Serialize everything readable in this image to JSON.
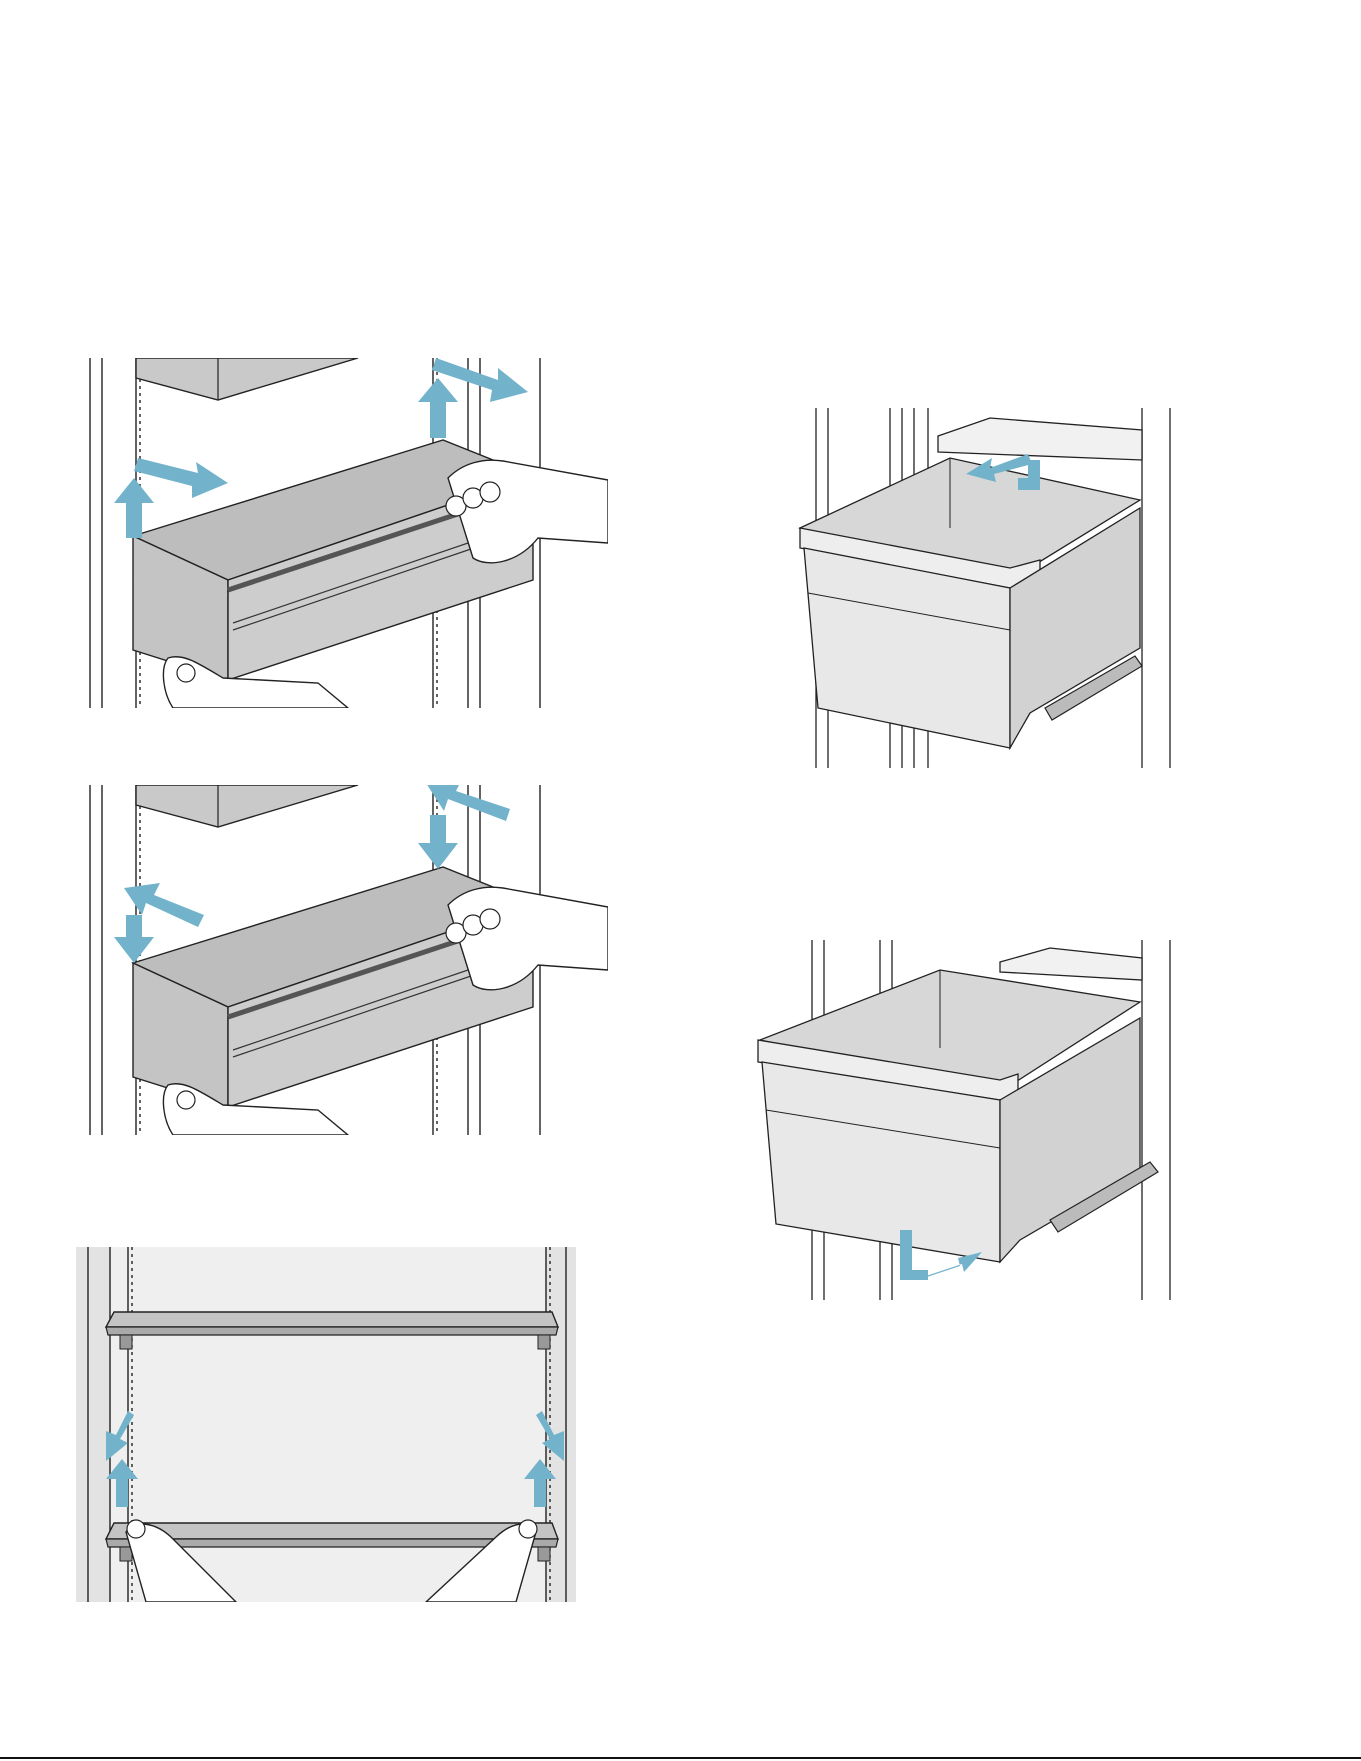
{
  "page": {
    "background": "#ffffff",
    "footer_marks": ""
  },
  "colors": {
    "arrow": "#72b3cb",
    "line": "#222222",
    "bin_fill": "#c9c9c9",
    "bin_front": "#b8b8b8",
    "drawer_fill": "#e8e8e8",
    "panel_fill": "#efefef"
  },
  "figures": [
    {
      "id": "door-bin-removal",
      "icon": "door-bin-lift-out-illustration"
    },
    {
      "id": "door-bin-insertion",
      "icon": "door-bin-push-in-illustration"
    },
    {
      "id": "glass-shelf-removal",
      "icon": "shelf-lift-illustration"
    },
    {
      "id": "drawer-removal",
      "icon": "drawer-pull-out-illustration"
    },
    {
      "id": "drawer-insertion",
      "icon": "drawer-insert-illustration"
    }
  ]
}
